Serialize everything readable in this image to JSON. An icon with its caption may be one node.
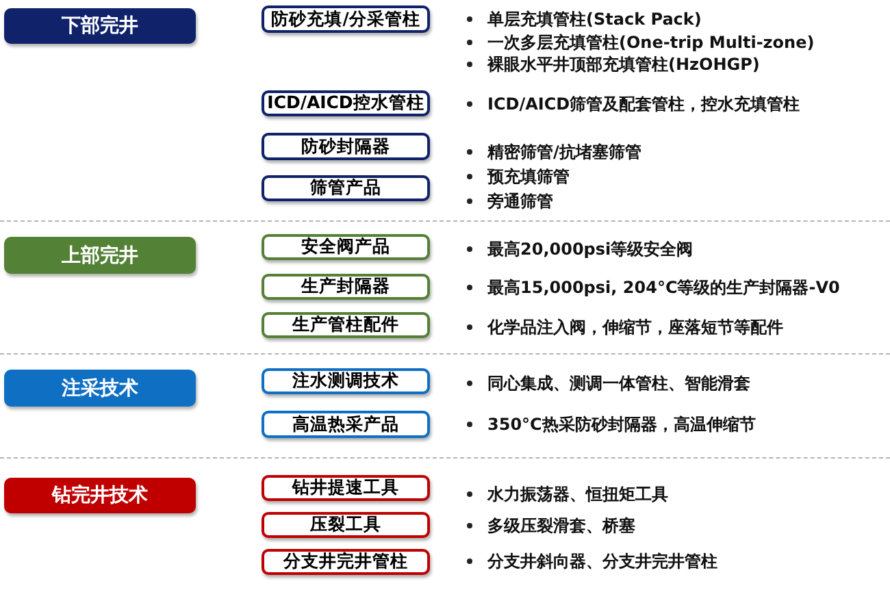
{
  "diagram": {
    "nodes": [
      {
        "text": [
          "下部完井"
        ]
      },
      {
        "text": [
          "防砂充填/分采管柱"
        ],
        "beside": [
          "单层充填管柱(Stack Pack)",
          "一次多层充填管柱(One-trip Multi-zone)",
          "裸眼水平井顶部充填管柱(HzOHGP)"
        ]
      },
      {
        "text": [
          "ICD/AICD控水管柱"
        ],
        "beside": [
          "ICD/AICD筛管及配套管柱，控水充填管柱"
        ]
      },
      {
        "text": [
          "防砂封隔器"
        ],
        "beside": [
          "精密筛管/抗堵塞筛管"
        ]
      },
      {
        "text": [
          "筛管产品"
        ],
        "beside": [
          "预充填筛管",
          "旁通筛管"
        ]
      },
      {
        "text": [
          "上部完井"
        ]
      },
      {
        "text": [
          "安全阀产品"
        ],
        "beside": [
          "最高20,000psi等级安全阀"
        ]
      },
      {
        "text": [
          "生产封隔器"
        ],
        "beside": [
          "最高15,000psi, 204°C等级的生产封隔器-V0"
        ]
      },
      {
        "text": [
          "生产管柱配件"
        ],
        "beside": [
          "化学品注入阀，伸缩节，座落短节等配件"
        ]
      },
      {
        "text": [
          "注采技术"
        ]
      },
      {
        "text": [
          "注水测调技术"
        ],
        "beside": [
          "同心集成、测调一体管柱、智能滑套"
        ]
      },
      {
        "text": [
          "高温热采产品"
        ],
        "beside": [
          "350°C热采防砂封隔器，高温伸缩节"
        ]
      },
      {
        "text": [
          "钻完井技术"
        ]
      },
      {
        "text": [
          "钻井提速工具"
        ],
        "beside": [
          "水力振荡器、恒扭矩工具"
        ]
      },
      {
        "text": [
          "压裂工具"
        ],
        "beside": [
          "多级压裂滑套、桥塞"
        ]
      },
      {
        "text": [
          "分支井完井管柱"
        ],
        "beside": [
          "分支井斜向器、分支井完井管柱"
        ]
      }
    ]
  }
}
